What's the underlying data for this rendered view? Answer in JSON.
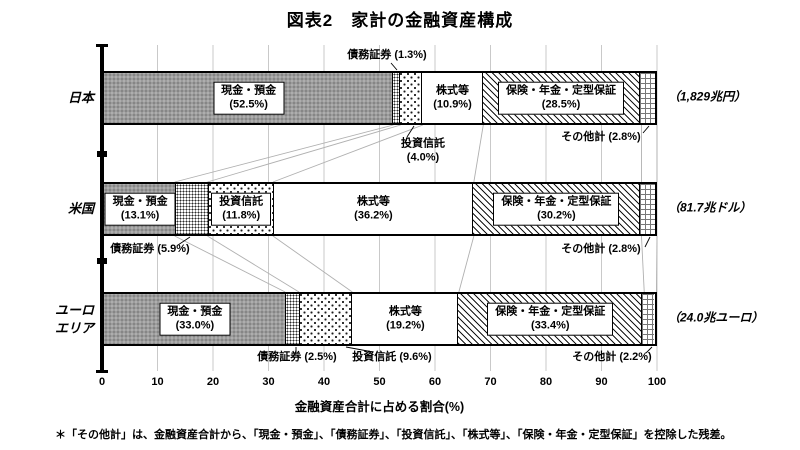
{
  "title": "図表2　家計の金融資産構成",
  "axis": {
    "xlabel": "金融資産合計に占める割合(%)",
    "xticks": [
      0,
      10,
      20,
      30,
      40,
      50,
      60,
      70,
      80,
      90,
      100
    ]
  },
  "footnote": "＊「その他計」は、金融資産合計から、「現金・預金」、「債務証券」、「投資信託」、「株式等」、「保険・年金・定型保証」を控除した残差。",
  "colors": {
    "grid": "#c9c9c9",
    "connector": "#b0b0b0",
    "leader": "#000000",
    "bar_gray": "#9c9c9c",
    "ink": "#000000"
  },
  "chart_data": {
    "type": "bar",
    "orientation": "horizontal",
    "stacked": true,
    "title": "図表2　家計の金融資産構成",
    "xlabel": "金融資産合計に占める割合(%)",
    "xlim": [
      0,
      100
    ],
    "grid": true,
    "categories": [
      "日本",
      "米国",
      "ユーロ\nエリア"
    ],
    "totals": [
      "（1,829兆円）",
      "（81.7兆ドル）",
      "（24.0兆ユーロ）"
    ],
    "series": [
      {
        "name": "現金・預金",
        "pattern": "gray-stipple",
        "values": [
          52.5,
          13.1,
          33.0
        ],
        "display": [
          "(52.5%)",
          "(13.1%)",
          "(33.0%)"
        ]
      },
      {
        "name": "債務証券",
        "pattern": "fine-dots",
        "values": [
          1.3,
          5.9,
          2.5
        ],
        "display": [
          "(1.3%)",
          "(5.9%)",
          "(2.5%)"
        ]
      },
      {
        "name": "投資信託",
        "pattern": "sparse-dots",
        "values": [
          4.0,
          11.8,
          9.6
        ],
        "display": [
          "(4.0%)",
          "(11.8%)",
          "(9.6%)"
        ]
      },
      {
        "name": "株式等",
        "pattern": "plain-white",
        "values": [
          10.9,
          36.2,
          19.2
        ],
        "display": [
          "(10.9%)",
          "(36.2%)",
          "(19.2%)"
        ]
      },
      {
        "name": "保険・年金・定型保証",
        "pattern": "diagonal-hatch",
        "values": [
          28.5,
          30.2,
          33.4
        ],
        "display": [
          "(28.5%)",
          "(30.2%)",
          "(33.4%)"
        ]
      },
      {
        "name": "その他計",
        "pattern": "grid",
        "values": [
          2.8,
          2.8,
          2.2
        ],
        "display": [
          "(2.8%)",
          "(2.8%)",
          "(2.2%)"
        ]
      }
    ]
  }
}
